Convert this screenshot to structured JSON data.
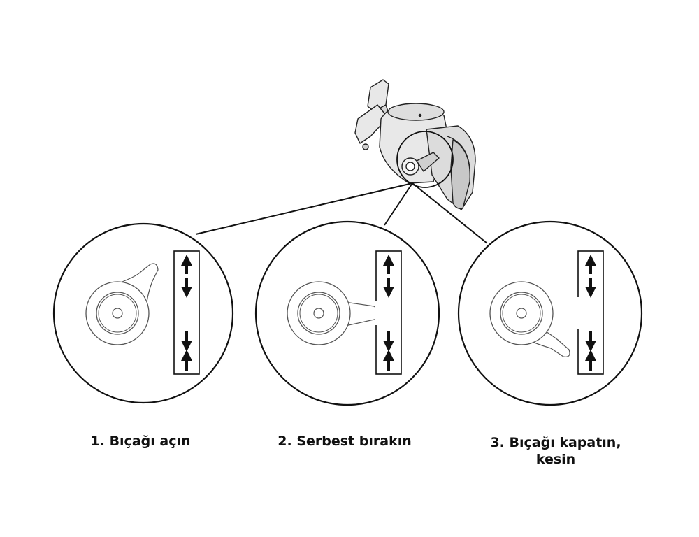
{
  "steps": [
    {
      "number": "1.",
      "text": "Bıçağı açın"
    },
    {
      "number": "2.",
      "text": "Serbest bırakın"
    },
    {
      "number": "3.",
      "text": "Bıçağı kapatın,",
      "text_line2": "kesin"
    }
  ],
  "colors": {
    "line": "#111111",
    "device_fill": "#e6e6e6",
    "device_shade": "#cfcfcf",
    "circle_fill": "#ffffff"
  },
  "icons": [
    "device-illustration",
    "arrow-up-icon",
    "arrow-down-icon"
  ]
}
